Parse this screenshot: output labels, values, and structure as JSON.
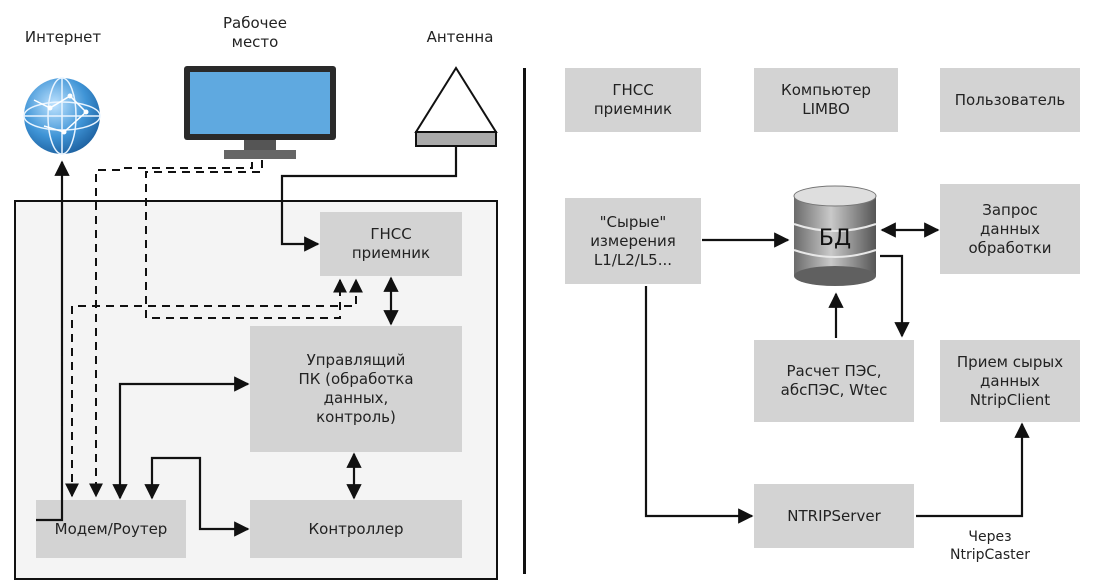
{
  "left": {
    "top_labels": {
      "internet": "Интернет",
      "workstation": "Рабочее\nместо",
      "antenna": "Антенна"
    },
    "gnss_receiver": "ГНСС\nприемник",
    "control_pc": "Управлящий\nПК (обработка\nданных,\nконтроль)",
    "modem_router": "Модем/Роутер",
    "controller": "Контроллер"
  },
  "right": {
    "legend": {
      "gnss": "ГНСС\nприемник",
      "limbo": "Компьютер\nLIMBO",
      "user": "Пользователь"
    },
    "raw_measurements": "\"Сырые\"\nизмерения\nL1/L2/L5...",
    "db": "БД",
    "processing_request": "Запрос\nданных\nобработки",
    "tec_calc": "Расчет ПЭС,\nабсПЭС, Wtec",
    "raw_data_receive": "Прием сырых\nданных\nNtripClient",
    "ntrip_server": "NTRIPServer",
    "via_caster": "Через\nNtripCaster"
  },
  "colors": {
    "box_fill": "#d3d3d3",
    "panel_fill": "#f4f4f4",
    "line": "#111111",
    "globe": "#3f94d6",
    "screen": "#5fa9e0"
  },
  "icons": {
    "internet": "globe-icon",
    "workstation": "monitor-icon",
    "antenna": "antenna-icon"
  }
}
